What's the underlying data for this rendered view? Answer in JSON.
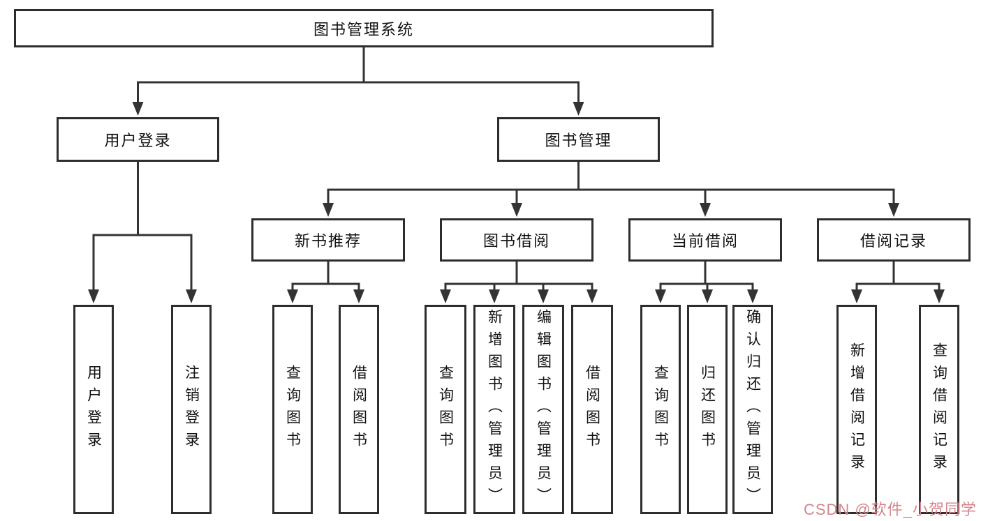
{
  "colors": {
    "background": "#ffffff",
    "line": "#333333",
    "box_border": "#2d2d2d",
    "text": "#111111",
    "watermark": "#d4868c"
  },
  "tree": {
    "root": {
      "label": "图书管理系统"
    },
    "branches": [
      {
        "label": "用户登录",
        "leaves": [
          {
            "label": "用户登录"
          },
          {
            "label": "注销登录"
          }
        ]
      },
      {
        "label": "图书管理",
        "groups": [
          {
            "label": "新书推荐",
            "leaves": [
              {
                "label": "查询图书"
              },
              {
                "label": "借阅图书"
              }
            ]
          },
          {
            "label": "图书借阅",
            "leaves": [
              {
                "label": "查询图书"
              },
              {
                "label": "新增图书（管理员）"
              },
              {
                "label": "编辑图书（管理员）"
              },
              {
                "label": "借阅图书"
              }
            ]
          },
          {
            "label": "当前借阅",
            "leaves": [
              {
                "label": "查询图书"
              },
              {
                "label": "归还图书"
              },
              {
                "label": "确认归还（管理员）"
              }
            ]
          },
          {
            "label": "借阅记录",
            "leaves": [
              {
                "label": "新增借阅记录"
              },
              {
                "label": "查询借阅记录"
              }
            ]
          }
        ]
      }
    ]
  },
  "watermark": {
    "text": "CSDN @软件_小贺同学"
  }
}
